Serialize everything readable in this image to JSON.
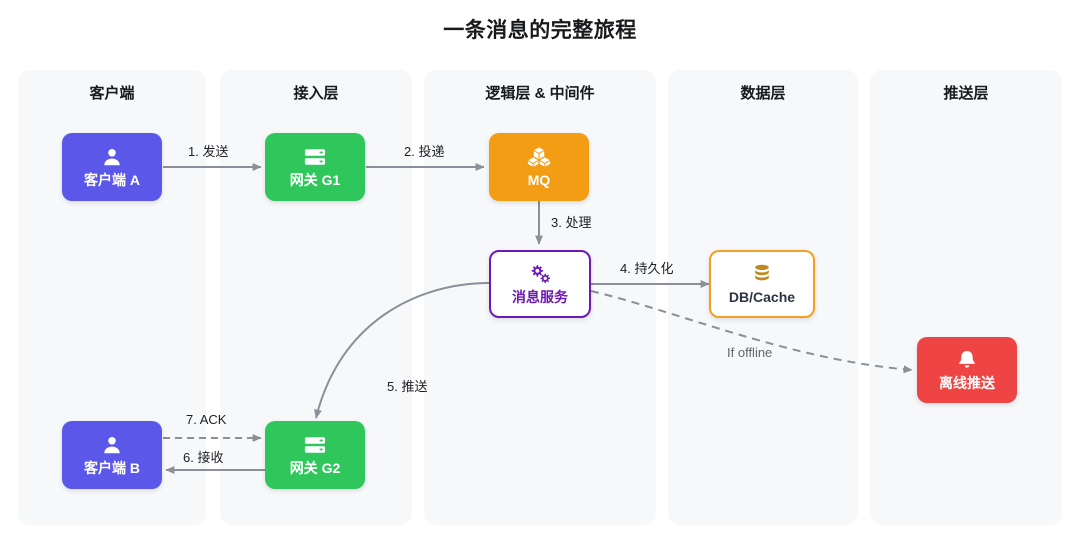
{
  "title": "一条消息的完整旅程",
  "colors": {
    "lane_bg": "#f7f8fa",
    "page_bg": "#ffffff",
    "client_purple": "#5b57e8",
    "gateway_green": "#2fc75c",
    "mq_orange": "#f29d14",
    "service_purple_border": "#6d19b3",
    "service_purple_text": "#6d19b3",
    "db_orange_border": "#f2a024",
    "db_text_navy": "#2b3445",
    "db_icon_gold": "#c08a1e",
    "push_red": "#ef4444",
    "arrow_gray": "#8a8f98",
    "title_black": "#18191c"
  },
  "lanes": [
    {
      "id": "client",
      "title": "客户端"
    },
    {
      "id": "access",
      "title": "接入层"
    },
    {
      "id": "logic",
      "title": "逻辑层 & 中间件"
    },
    {
      "id": "data",
      "title": "数据层"
    },
    {
      "id": "push",
      "title": "推送层"
    }
  ],
  "nodes": [
    {
      "id": "client-a",
      "label": "客户端 A",
      "icon": "user-icon",
      "style": "solid-purple"
    },
    {
      "id": "gateway-g1",
      "label": "网关 G1",
      "icon": "server-icon",
      "style": "solid-green"
    },
    {
      "id": "mq",
      "label": "MQ",
      "icon": "cubes-icon",
      "style": "solid-orange"
    },
    {
      "id": "msg-svc",
      "label": "消息服务",
      "icon": "gears-icon",
      "style": "outline-purple"
    },
    {
      "id": "db-cache",
      "label": "DB/Cache",
      "icon": "database-icon",
      "style": "outline-orange"
    },
    {
      "id": "offline-push",
      "label": "离线推送",
      "icon": "bell-icon",
      "style": "solid-red"
    },
    {
      "id": "gateway-g2",
      "label": "网关 G2",
      "icon": "server-icon",
      "style": "solid-green"
    },
    {
      "id": "client-b",
      "label": "客户端 B",
      "icon": "user-icon",
      "style": "solid-purple"
    }
  ],
  "edges": [
    {
      "id": "e1",
      "label": "1. 发送",
      "from": "client-a",
      "to": "gateway-g1",
      "style": "solid"
    },
    {
      "id": "e2",
      "label": "2. 投递",
      "from": "gateway-g1",
      "to": "mq",
      "style": "solid"
    },
    {
      "id": "e3",
      "label": "3. 处理",
      "from": "mq",
      "to": "msg-svc",
      "style": "solid"
    },
    {
      "id": "e4",
      "label": "4. 持久化",
      "from": "msg-svc",
      "to": "db-cache",
      "style": "solid"
    },
    {
      "id": "e5",
      "label": "5. 推送",
      "from": "msg-svc",
      "to": "gateway-g2",
      "style": "solid-curved"
    },
    {
      "id": "e6",
      "label": "6. 接收",
      "from": "gateway-g2",
      "to": "client-b",
      "style": "solid"
    },
    {
      "id": "e7",
      "label": "7. ACK",
      "from": "client-b",
      "to": "gateway-g2",
      "style": "dashed"
    },
    {
      "id": "e8",
      "label": "If offline",
      "from": "msg-svc",
      "to": "offline-push",
      "style": "dashed-curved"
    }
  ]
}
